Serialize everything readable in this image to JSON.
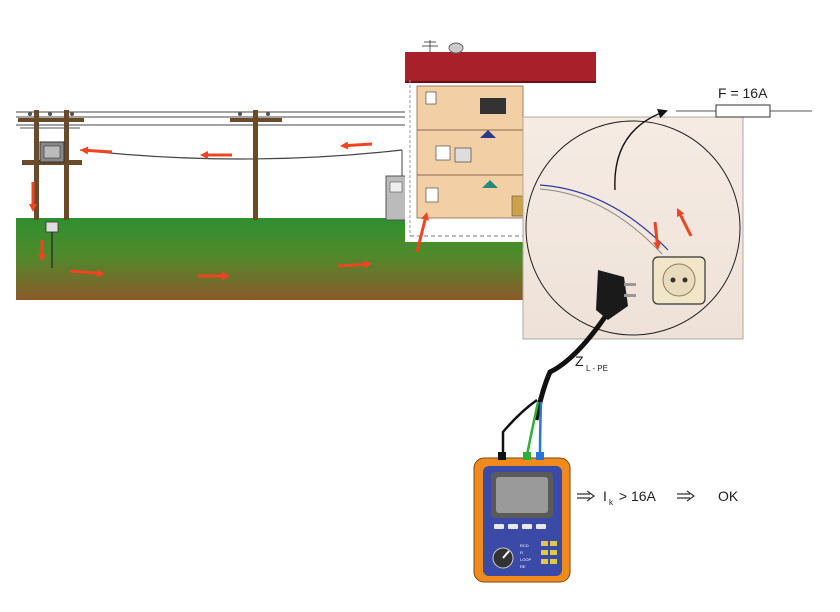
{
  "fuse": {
    "label": "F = 16A"
  },
  "impedance": {
    "main": "Z",
    "subscript": "L - PE"
  },
  "result": {
    "current_main": "I",
    "current_subscript": "k",
    "comparison": " > 16A",
    "status": "OK"
  },
  "meter": {
    "dial_labels": [
      "RCD",
      "R",
      "LOOP",
      "RE"
    ]
  },
  "colors": {
    "arrow": "#ee4422",
    "ground_top": "#2f8f2f",
    "ground_bottom": "#8a5a2a",
    "roof": "#a8202a",
    "meter_body": "#f08a1c",
    "meter_panel": "#3b4aa6",
    "wire_blue": "#2a74d8",
    "wire_green": "#2fae3a",
    "wire_black": "#111111"
  }
}
